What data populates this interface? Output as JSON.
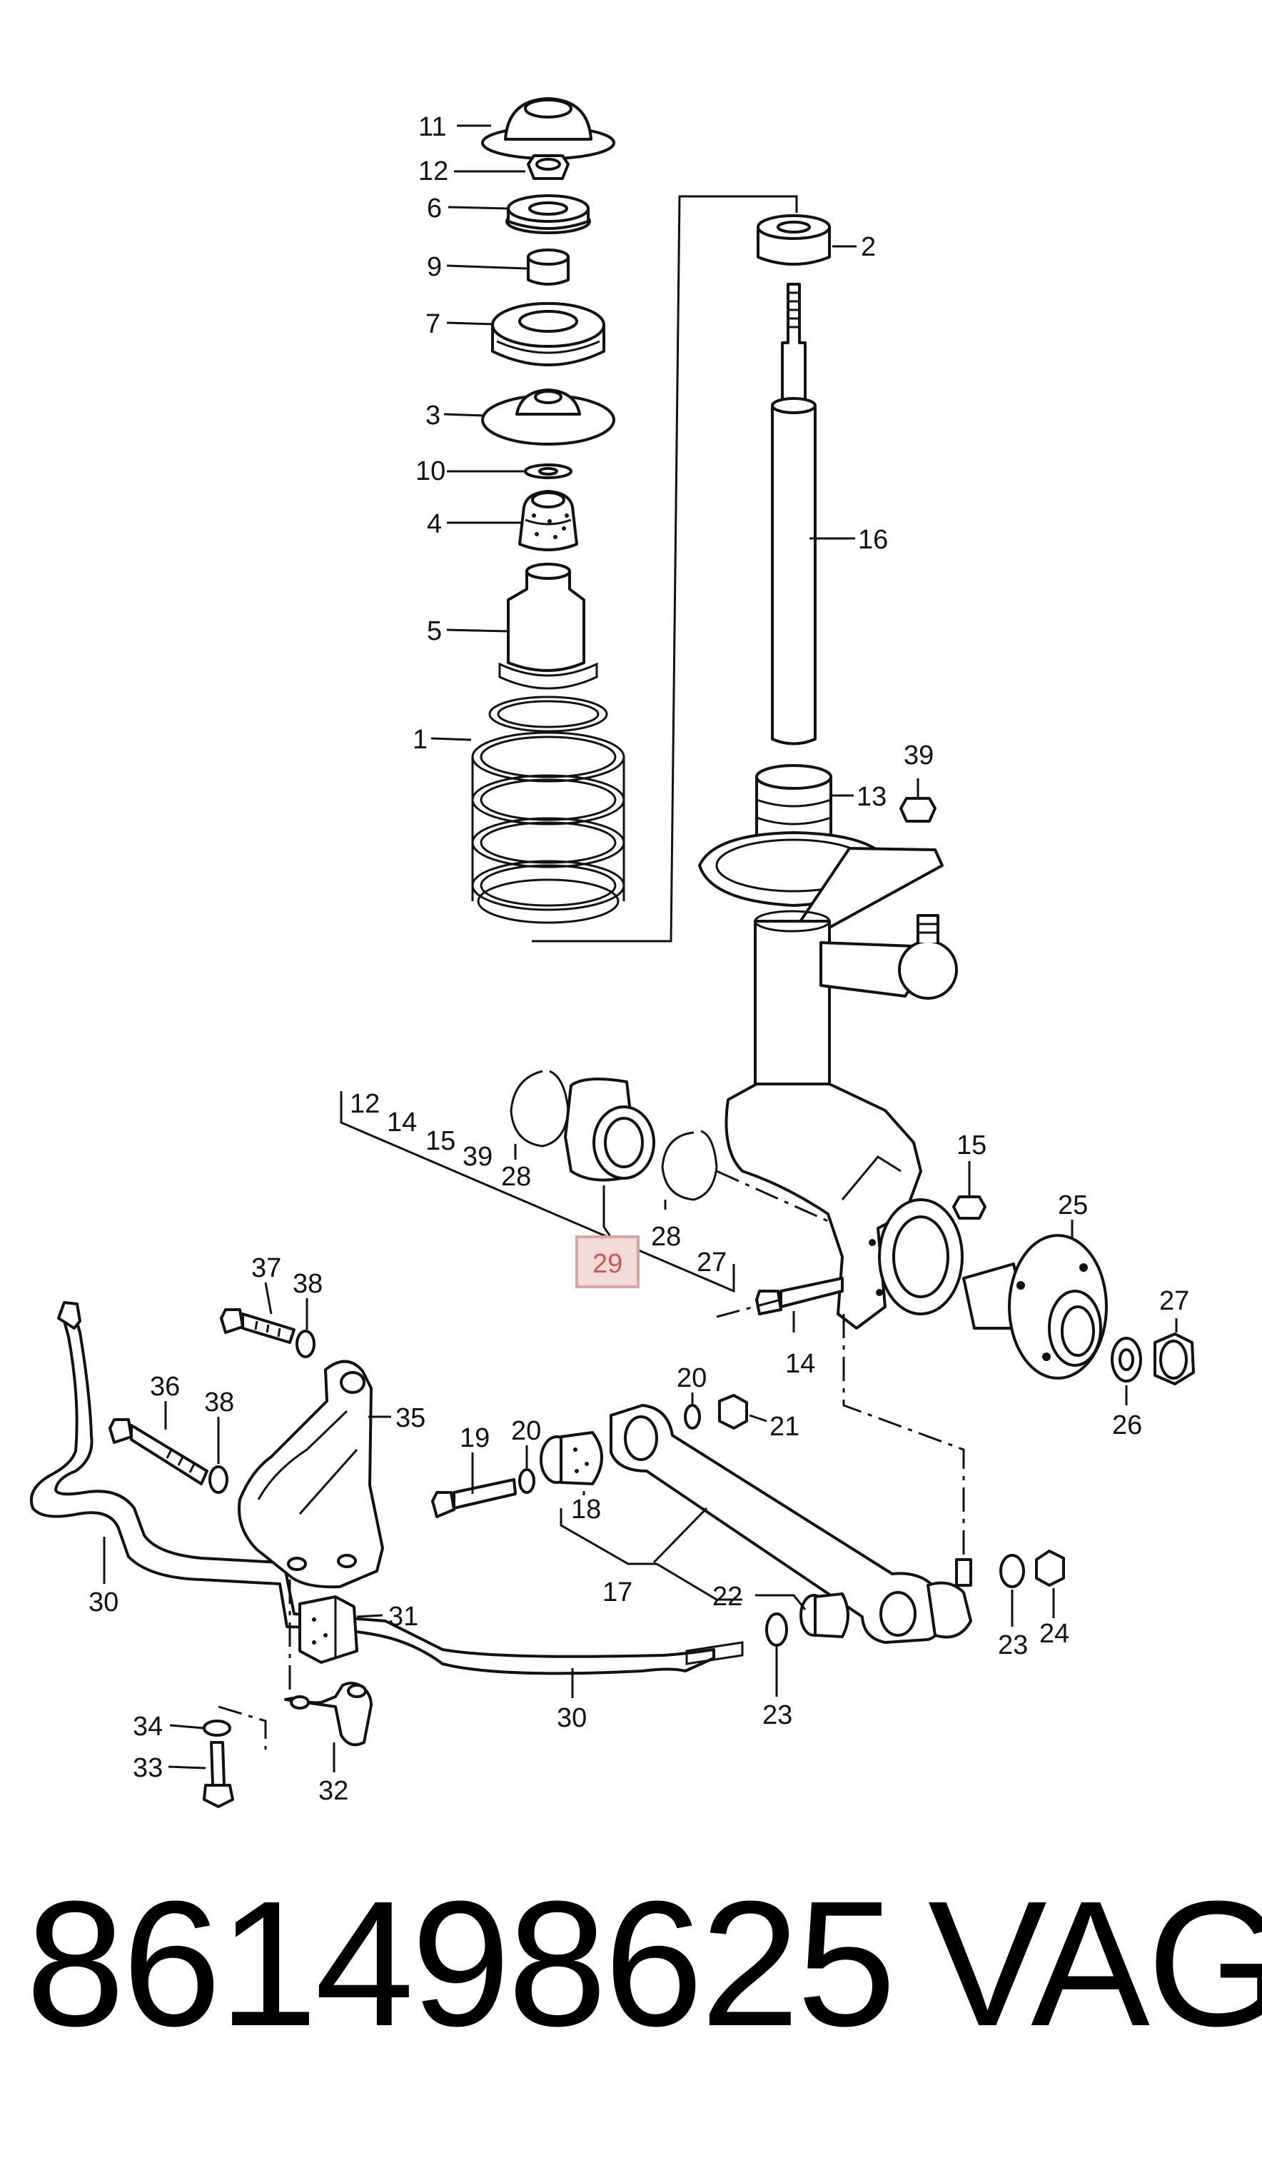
{
  "diagram": {
    "callouts": [
      "11",
      "12",
      "6",
      "9",
      "7",
      "3",
      "10",
      "4",
      "5",
      "1",
      "2",
      "16",
      "39",
      "13",
      "15",
      "25",
      "27",
      "26",
      "14",
      "12",
      "14",
      "15",
      "39",
      "28",
      "28",
      "27",
      "29",
      "37",
      "38",
      "36",
      "38",
      "35",
      "19",
      "20",
      "18",
      "20",
      "21",
      "17",
      "22",
      "23",
      "24",
      "30",
      "31",
      "34",
      "33",
      "32",
      "30",
      "23"
    ],
    "highlighted_callout": "29",
    "highlight_color": "#d9a3a3"
  },
  "footer": {
    "part_number": "861498625",
    "brand": "VAG"
  }
}
